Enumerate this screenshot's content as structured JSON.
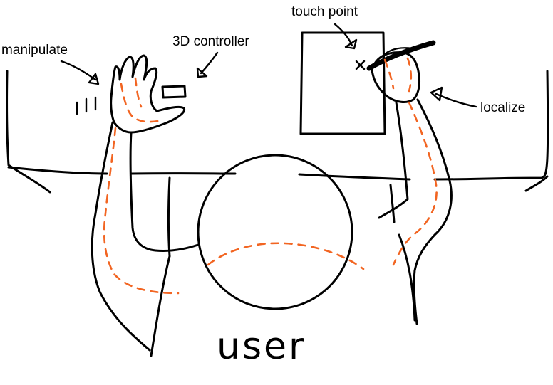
{
  "labels": {
    "touch_point": "touch point",
    "controller": "3D controller",
    "manipulate": "manipulate",
    "localize": "localize",
    "user": "user"
  },
  "colors": {
    "ink": "#000000",
    "sensing": "#f26522",
    "background": "#ffffff"
  }
}
